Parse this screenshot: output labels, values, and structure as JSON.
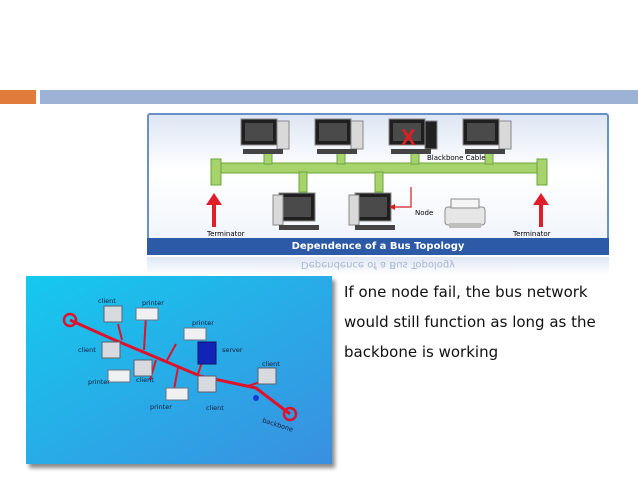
{
  "top_diagram": {
    "caption": "Dependence of a Bus Topology",
    "labels": {
      "backbone_cable": "Blackbone Cable",
      "node": "Node",
      "terminator_left": "Terminator",
      "terminator_right": "Terminator"
    },
    "failed_marker": "X"
  },
  "bottom_diagram": {
    "labels": {
      "client_1": "client",
      "printer_1": "printer",
      "printer_2": "printer",
      "client_2": "client",
      "server": "server",
      "client_3": "client",
      "printer_3": "printer",
      "client_4": "client",
      "printer_4": "printer",
      "client_5": "client",
      "backbone": "backbone"
    }
  },
  "bullet_text": "If one node fail, the bus network would still function as long as the backbone is working"
}
